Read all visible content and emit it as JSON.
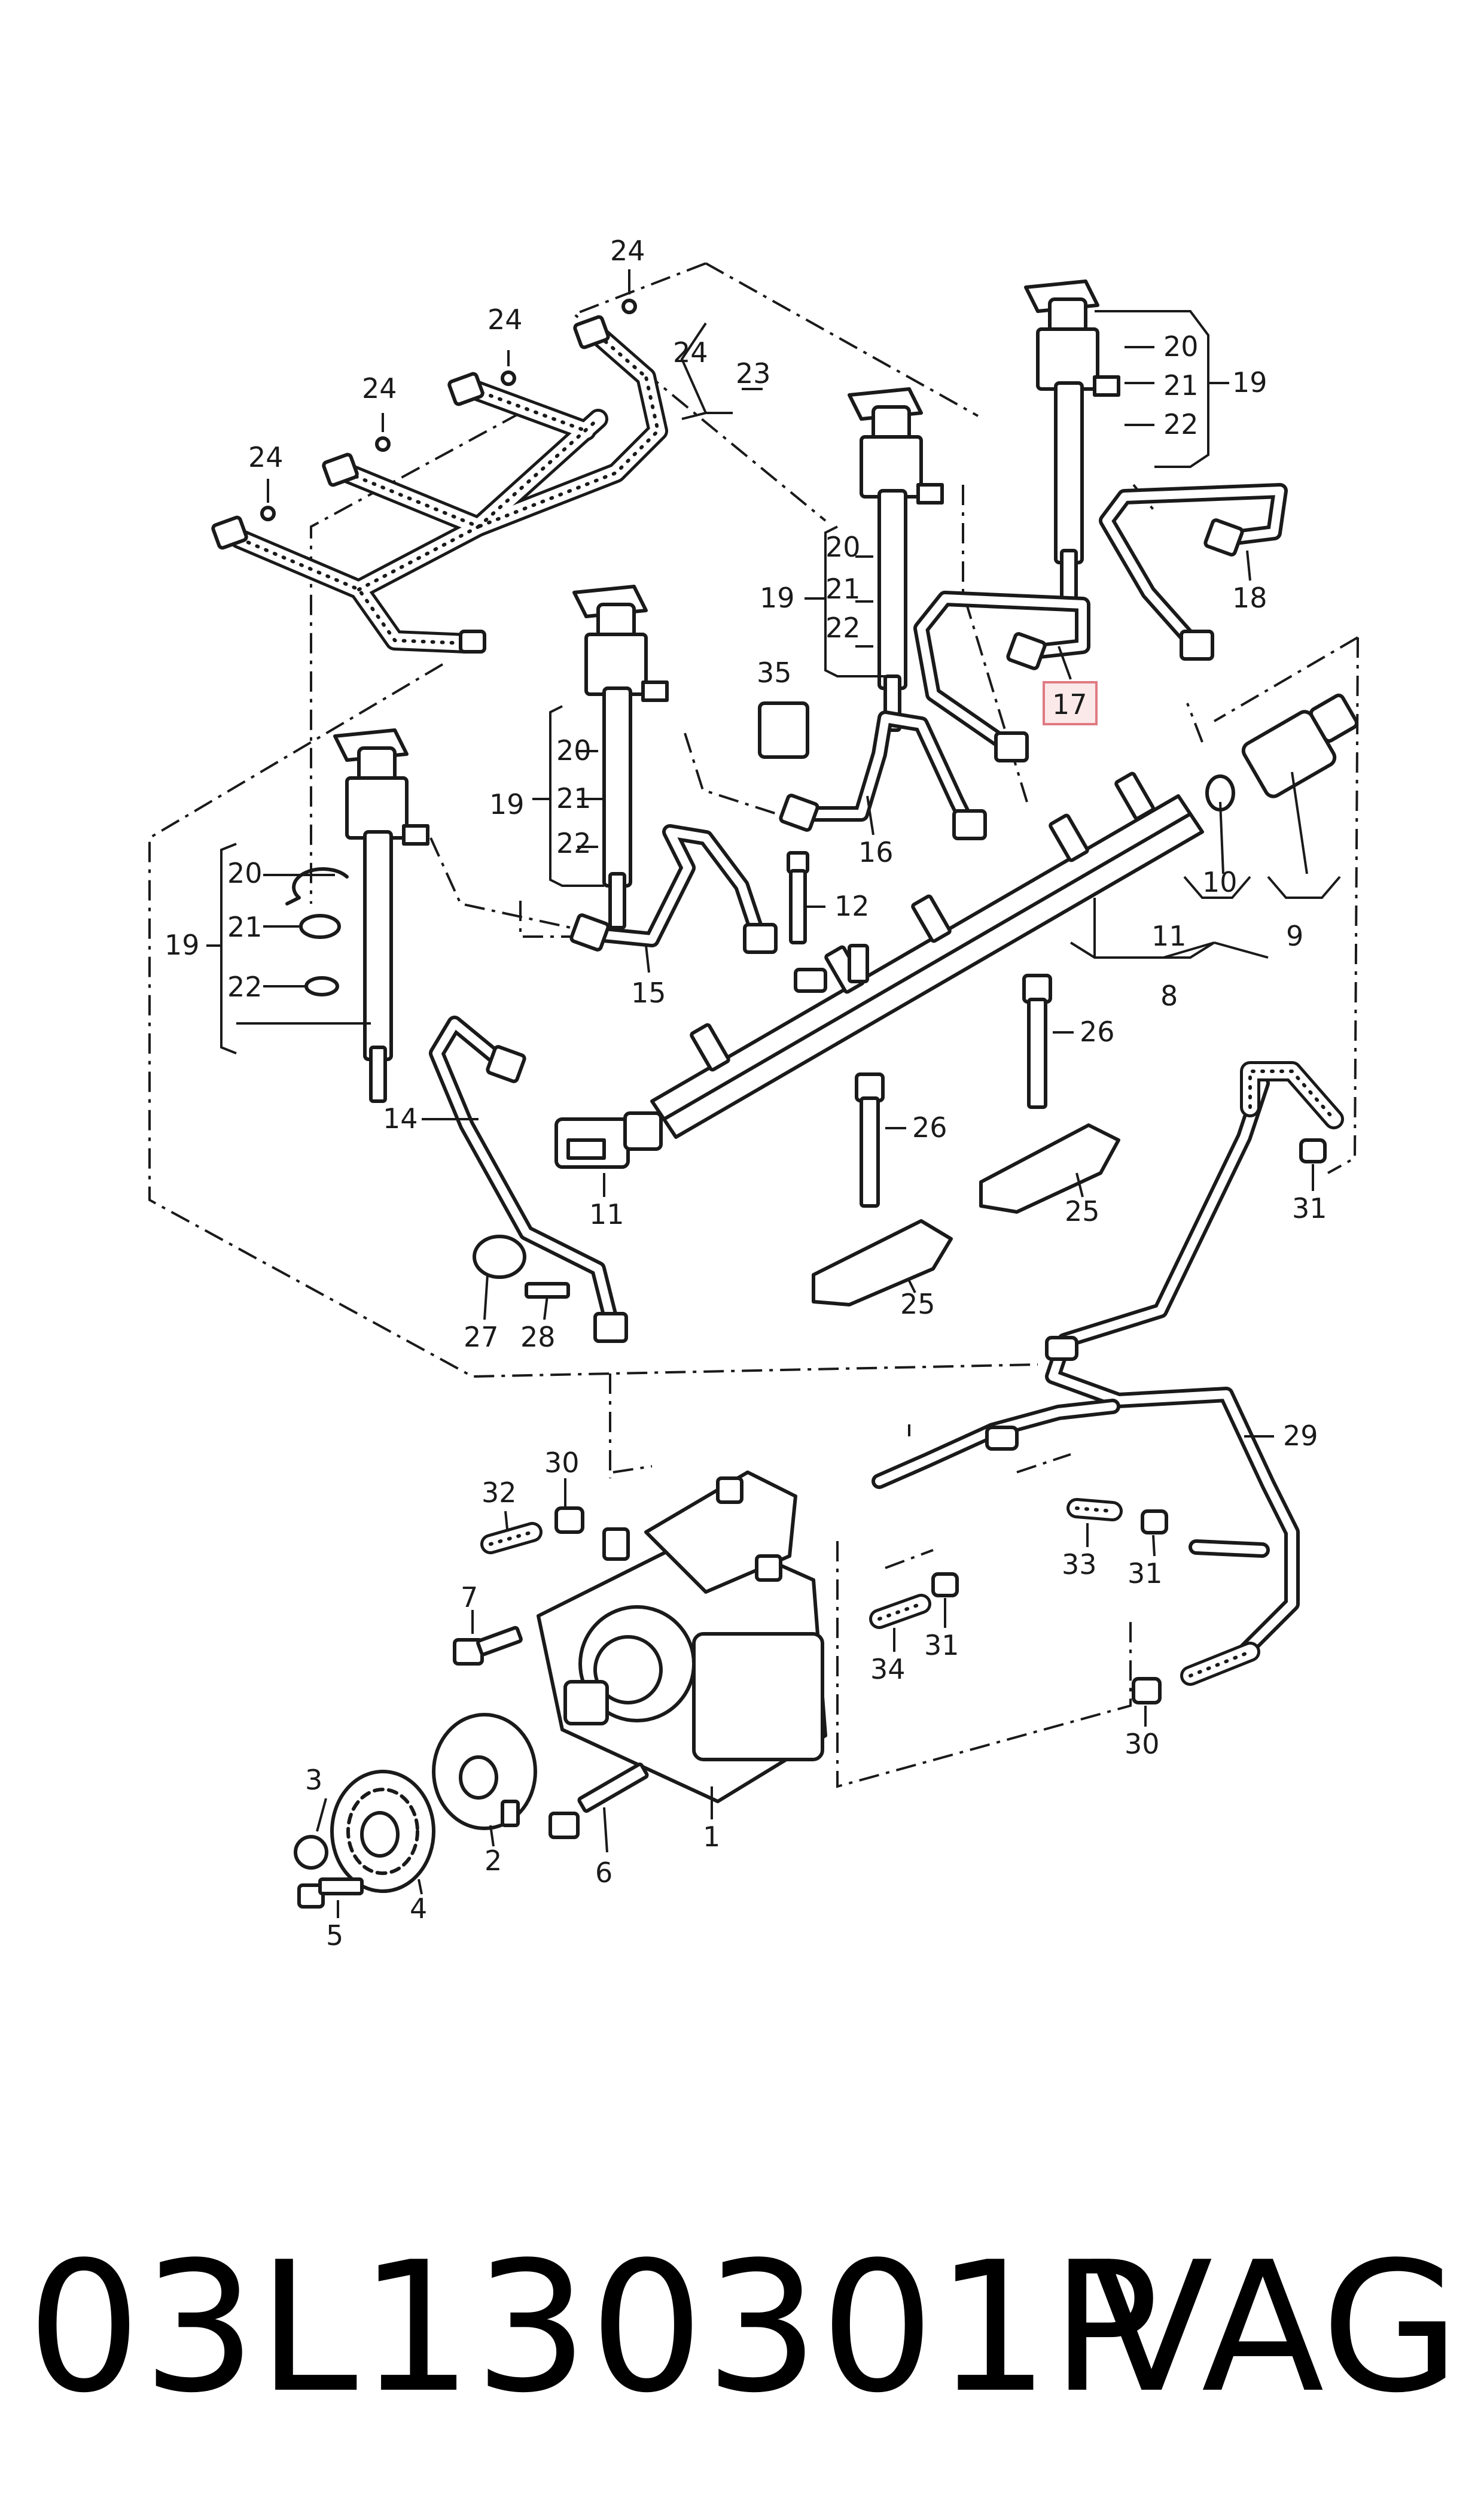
{
  "callouts": {
    "c1": "1",
    "c2": "2",
    "c3": "3",
    "c4": "4",
    "c5": "5",
    "c6": "6",
    "c7": "7",
    "c8": "8",
    "c9": "9",
    "c10": "10",
    "c11a": "11",
    "c11b": "11",
    "c12": "12",
    "c14": "14",
    "c15": "15",
    "c16": "16",
    "c17": "17",
    "c18": "18",
    "c19a": "19",
    "c19b": "19",
    "c19c": "19",
    "c19d": "19",
    "c20a": "20",
    "c20b": "20",
    "c20c": "20",
    "c20d": "20",
    "c21a": "21",
    "c21b": "21",
    "c21c": "21",
    "c21d": "21",
    "c22a": "22",
    "c22b": "22",
    "c22c": "22",
    "c22d": "22",
    "c23": "23",
    "c24a": "24",
    "c24b": "24",
    "c24c": "24",
    "c24d": "24",
    "c24e": "24",
    "c25a": "25",
    "c25b": "25",
    "c26a": "26",
    "c26b": "26",
    "c27": "27",
    "c28": "28",
    "c29": "29",
    "c30a": "30",
    "c30b": "30",
    "c31a": "31",
    "c31b": "31",
    "c31c": "31",
    "c32": "32",
    "c33": "33",
    "c34": "34",
    "c35": "35"
  },
  "highlighted_callout": "17",
  "highlight_color": "#e07a82",
  "footer": {
    "part_number": "03L130301P",
    "brand": "VAG"
  }
}
